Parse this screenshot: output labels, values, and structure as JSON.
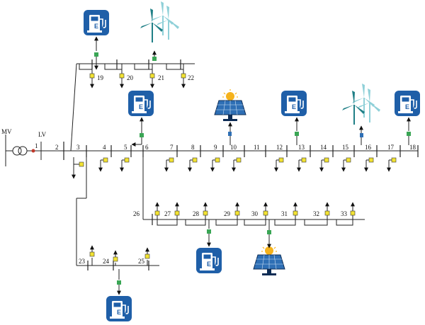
{
  "labels": {
    "mv": "MV",
    "lv": "LV",
    "ev_text": "E V"
  },
  "buses": {
    "b1": "1",
    "b2": "2",
    "b3": "3",
    "b4": "4",
    "b5": "5",
    "b6": "6",
    "b7": "7",
    "b8": "8",
    "b9": "9",
    "b10": "10",
    "b11": "11",
    "b12": "12",
    "b13": "13",
    "b14": "14",
    "b15": "15",
    "b16": "16",
    "b17": "17",
    "b18": "18",
    "b19": "19",
    "b20": "20",
    "b21": "21",
    "b22": "22",
    "b23": "23",
    "b24": "24",
    "b25": "25",
    "b26": "26",
    "b27": "27",
    "b28": "28",
    "b29": "29",
    "b30": "30",
    "b31": "31",
    "b32": "32",
    "b33": "33"
  },
  "colors": {
    "ev_blue": "#1f5fa8",
    "meter_yellow": "#f2e233",
    "converter_green": "#3aa655",
    "pv_blue": "#2e6fb5",
    "sun": "#f5b21b",
    "wind_dark": "#1f7f86",
    "wind_light": "#8fd0d8",
    "node_red": "#c0392b"
  },
  "icons": [
    "ev-charger-icon",
    "wind-turbine-icon",
    "solar-panel-icon",
    "transformer-icon",
    "meter-icon",
    "converter-icon"
  ]
}
